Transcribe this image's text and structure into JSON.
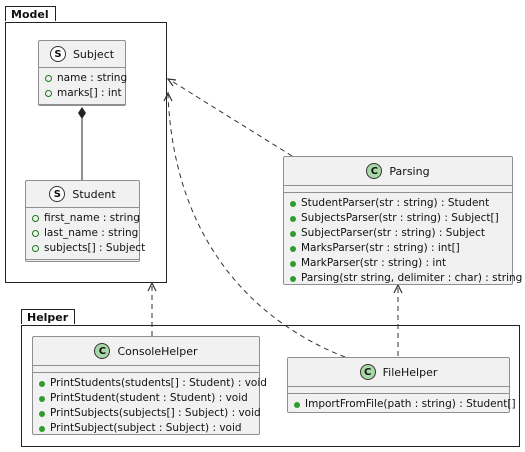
{
  "packages": {
    "model": {
      "label": "Model"
    },
    "helper": {
      "label": "Helper"
    }
  },
  "classes": {
    "subject": {
      "name": "Subject",
      "stereotype": "S",
      "fields": [
        "name : string",
        "marks[] : int"
      ],
      "methods": []
    },
    "student": {
      "name": "Student",
      "stereotype": "S",
      "fields": [
        "first_name : string",
        "last_name : string",
        "subjects[] : Subject"
      ],
      "methods": []
    },
    "parsing": {
      "name": "Parsing",
      "stereotype": "C",
      "fields": [],
      "methods": [
        "StudentParser(str : string) : Student",
        "SubjectsParser(str : string) : Subject[]",
        "SubjectParser(str : string) : Subject",
        "MarksParser(str : string) : int[]",
        "MarkParser(str : string) : int",
        "Parsing(str string, delimiter : char) : string"
      ]
    },
    "consolehelper": {
      "name": "ConsoleHelper",
      "stereotype": "C",
      "fields": [],
      "methods": [
        "PrintStudents(students[] : Student) : void",
        "PrintStudent(student : Student) : void",
        "PrintSubjects(subjects[] : Subject) : void",
        "PrintSubject(subject : Subject) : void"
      ]
    },
    "filehelper": {
      "name": "FileHelper",
      "stereotype": "C",
      "fields": [],
      "methods": [
        "ImportFromFile(path : string) : Student[]"
      ]
    }
  },
  "colors": {
    "class_fill": "#f1f1f1",
    "class_border": "#8f8f8f",
    "c_badge": "#a8d8a8",
    "method_dot": "#2e9c2e"
  }
}
